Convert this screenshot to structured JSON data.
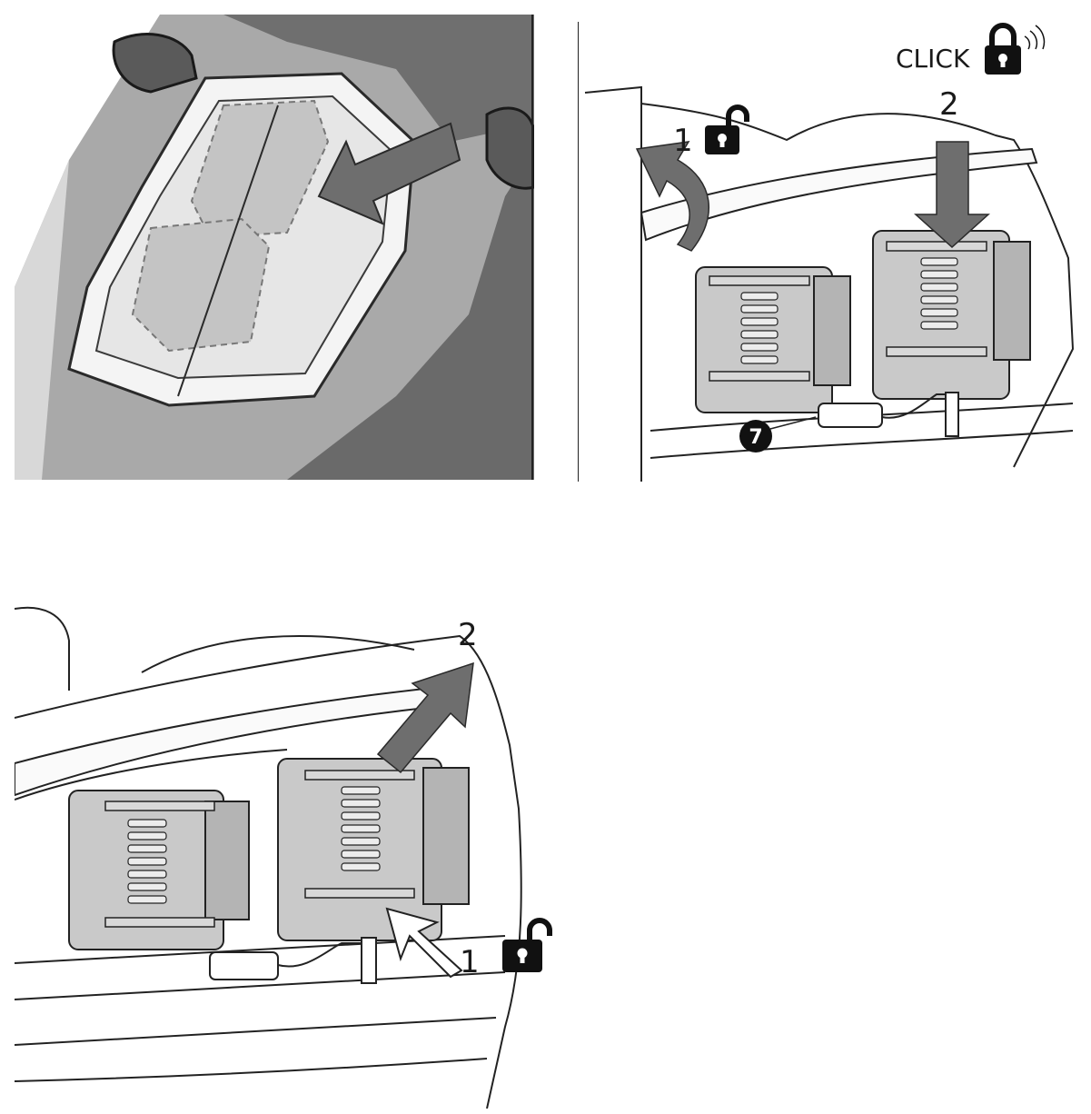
{
  "panel_top_right": {
    "click_text": "CLICK",
    "step_unlock": "1",
    "step_push": "2",
    "callout_number": "7"
  },
  "panel_bottom": {
    "step_pull": "2",
    "step_press": "1"
  },
  "colors": {
    "arrow": "#6e6e6e",
    "battery_fill": "#c9c9c9",
    "housing_dark": "#7a7a7a",
    "housing_mid": "#a8a8a8",
    "lock": "#111111"
  },
  "icons": [
    "lock-closed-icon",
    "lock-open-icon",
    "arrow-icon",
    "callout-badge"
  ]
}
